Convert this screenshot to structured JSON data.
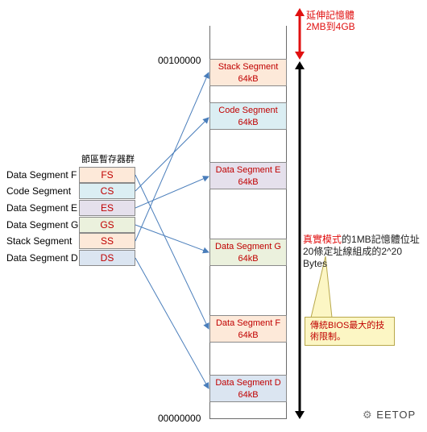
{
  "address_top": "00100000",
  "address_bottom": "00000000",
  "extended_note": {
    "line1": "延伸記憶體",
    "line2": "2MB到4GB"
  },
  "real_mode_note": {
    "line1_highlight": "真實模式",
    "line1_rest": "的1MB記憶體位址",
    "line2": "20條定址線組成的2^20 Bytes"
  },
  "callout": {
    "line1": "傳統BIOS最大的技",
    "line2": "術限制。"
  },
  "register_group_title": "節區暫存器群",
  "registers": [
    {
      "reg": "FS",
      "label": "Data Segment F",
      "color": "#fde9d9"
    },
    {
      "reg": "CS",
      "label": "Code Segment",
      "color": "#dbeef3"
    },
    {
      "reg": "ES",
      "label": "Data Segment E",
      "color": "#e5e0ec"
    },
    {
      "reg": "GS",
      "label": "Data Segment G",
      "color": "#ebf1dd"
    },
    {
      "reg": "SS",
      "label": "Stack Segment",
      "color": "#fde9d9"
    },
    {
      "reg": "DS",
      "label": "Data Segment D",
      "color": "#dbe5f1"
    }
  ],
  "segments": [
    {
      "name": "Stack Segment",
      "size": "64kB",
      "color": "#fde9d9"
    },
    {
      "name": "Code Segment",
      "size": "64kB",
      "color": "#dbeef3"
    },
    {
      "name": "Data Segment E",
      "size": "64kB",
      "color": "#e5e0ec"
    },
    {
      "name": "Data Segment G",
      "size": "64kB",
      "color": "#ebf1dd"
    },
    {
      "name": "Data Segment F",
      "size": "64kB",
      "color": "#fde9d9"
    },
    {
      "name": "Data Segment D",
      "size": "64kB",
      "color": "#dbe5f1"
    }
  ],
  "watermark": "EETOP",
  "colors": {
    "arrow_line": "#4a7ebb",
    "red_arrow": "#e01010",
    "text_red": "#c00000"
  }
}
